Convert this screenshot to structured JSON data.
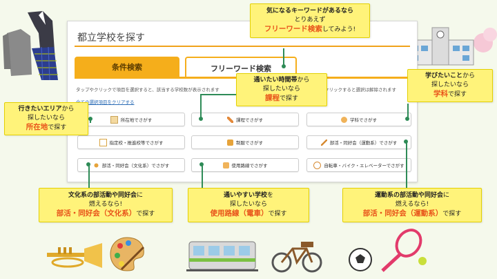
{
  "panel": {
    "title": "都立学校を探す",
    "tabs": [
      "条件検索",
      "フリーワード検索"
    ],
    "instruction_left": "タップやクリックで項目を選択すると、該当する学校数が表示されます",
    "instruction_right": "クリックすると選択は解除されます",
    "clear_link": "全ての選択項目をクリアする",
    "buttons": [
      "所在地でさがす",
      "課程でさがす",
      "学科でさがす",
      "指定校・推進校等でさがす",
      "制服でさがす",
      "部活・同好会（運動系）でさがす",
      "部活・同好会（文化系）でさがす",
      "使用路線でさがす",
      "自転車・バイク・エレベーターでさがす"
    ]
  },
  "callouts": {
    "keyword": {
      "line1": "気になるキーワードがあるなら",
      "line2": "とりあえず",
      "emph": "フリーワード検索",
      "tail": "してみよう!"
    },
    "area": {
      "head": "行きたいエリア",
      "head_tail": "から",
      "line2": "探したいなら",
      "emph": "所在地",
      "tail": "で探す"
    },
    "course": {
      "head": "通いたい時間帯",
      "head_tail": "から",
      "line2": "探したいなら",
      "emph": "課程",
      "tail": "で探す"
    },
    "subject": {
      "head": "学びたいこと",
      "head_tail": "から",
      "line2": "探したいなら",
      "emph": "学科",
      "tail": "で探す"
    },
    "culture": {
      "head": "文化系の部活動や同好会",
      "head_tail": "に",
      "line2": "燃えるなら!",
      "emph": "部活・同好会（文化系）",
      "tail": "で探す"
    },
    "route": {
      "head": "通いやすい学校",
      "head_tail": "を",
      "line2": "探したいなら",
      "emph": "使用路線（電車）",
      "tail": "で探す"
    },
    "sports": {
      "head": "運動系の部活動や同好会",
      "head_tail": "に",
      "line2": "燃えるなら!",
      "emph": "部活・同好会（運動系）",
      "tail": "で探す"
    }
  },
  "colors": {
    "accent": "#f5ae1b",
    "callout": "#fff37a",
    "emphasis": "#e8531a",
    "connector": "#2e8b57"
  }
}
